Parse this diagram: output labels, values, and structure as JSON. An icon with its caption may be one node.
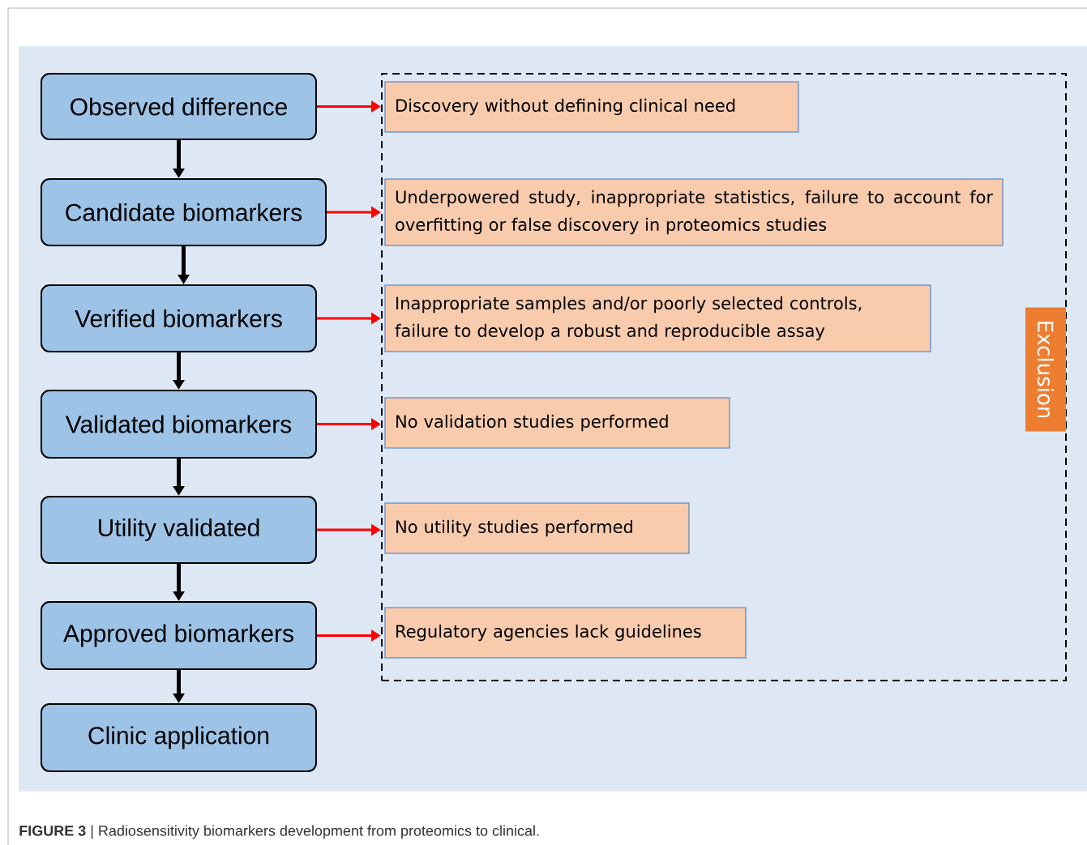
{
  "diagram": {
    "caption": "**FIGURE 3** | Radiosensitivity biomarkers development from proteomics to clinical.",
    "nodes": [
      {
        "text": [
          "Observed difference"
        ]
      },
      {
        "text": [
          "Candidate biomarkers"
        ]
      },
      {
        "text": [
          "Verified biomarkers"
        ]
      },
      {
        "text": [
          "Validated biomarkers"
        ]
      },
      {
        "text": [
          "Utility validated"
        ]
      },
      {
        "text": [
          "Approved biomarkers"
        ]
      },
      {
        "text": [
          "Clinic application"
        ]
      },
      {
        "text": [
          "Exclusion"
        ]
      },
      {
        "text": [
          "Discovery without defining clinical need"
        ],
        "in": 7
      },
      {
        "text": [
          "Underpowered study, inappropriate statistics, failure to account for overfitting or false discovery in proteomics studies"
        ],
        "in": 7
      },
      {
        "text": [
          "Inappropriate samples and/or poorly selected controls, failure to develop a robust and reproducible assay"
        ],
        "in": 7
      },
      {
        "text": [
          "No validation studies performed"
        ],
        "in": 7
      },
      {
        "text": [
          "No utility studies performed"
        ],
        "in": 7
      },
      {
        "text": [
          "Regulatory agencies lack guidelines"
        ],
        "in": 7
      }
    ],
    "edges": [
      {
        "from": 0,
        "to": 1,
        "arrow": "to"
      },
      {
        "from": 1,
        "to": 2,
        "arrow": "to"
      },
      {
        "from": 2,
        "to": 3,
        "arrow": "to"
      },
      {
        "from": 3,
        "to": 4,
        "arrow": "to"
      },
      {
        "from": 4,
        "to": 5,
        "arrow": "to"
      },
      {
        "from": 5,
        "to": 6,
        "arrow": "to"
      },
      {
        "from": 0,
        "to": 7,
        "arrow": "to",
        "color": "#ff0000"
      },
      {
        "from": 1,
        "to": 7,
        "arrow": "to",
        "color": "#ff0000"
      },
      {
        "from": 2,
        "to": 7,
        "arrow": "to",
        "color": "#ff0000"
      },
      {
        "from": 3,
        "to": 7,
        "arrow": "to",
        "color": "#ff0000"
      },
      {
        "from": 4,
        "to": 7,
        "arrow": "to",
        "color": "#ff0000"
      },
      {
        "from": 5,
        "to": 7,
        "arrow": "to",
        "color": "#ff0000"
      }
    ]
  }
}
